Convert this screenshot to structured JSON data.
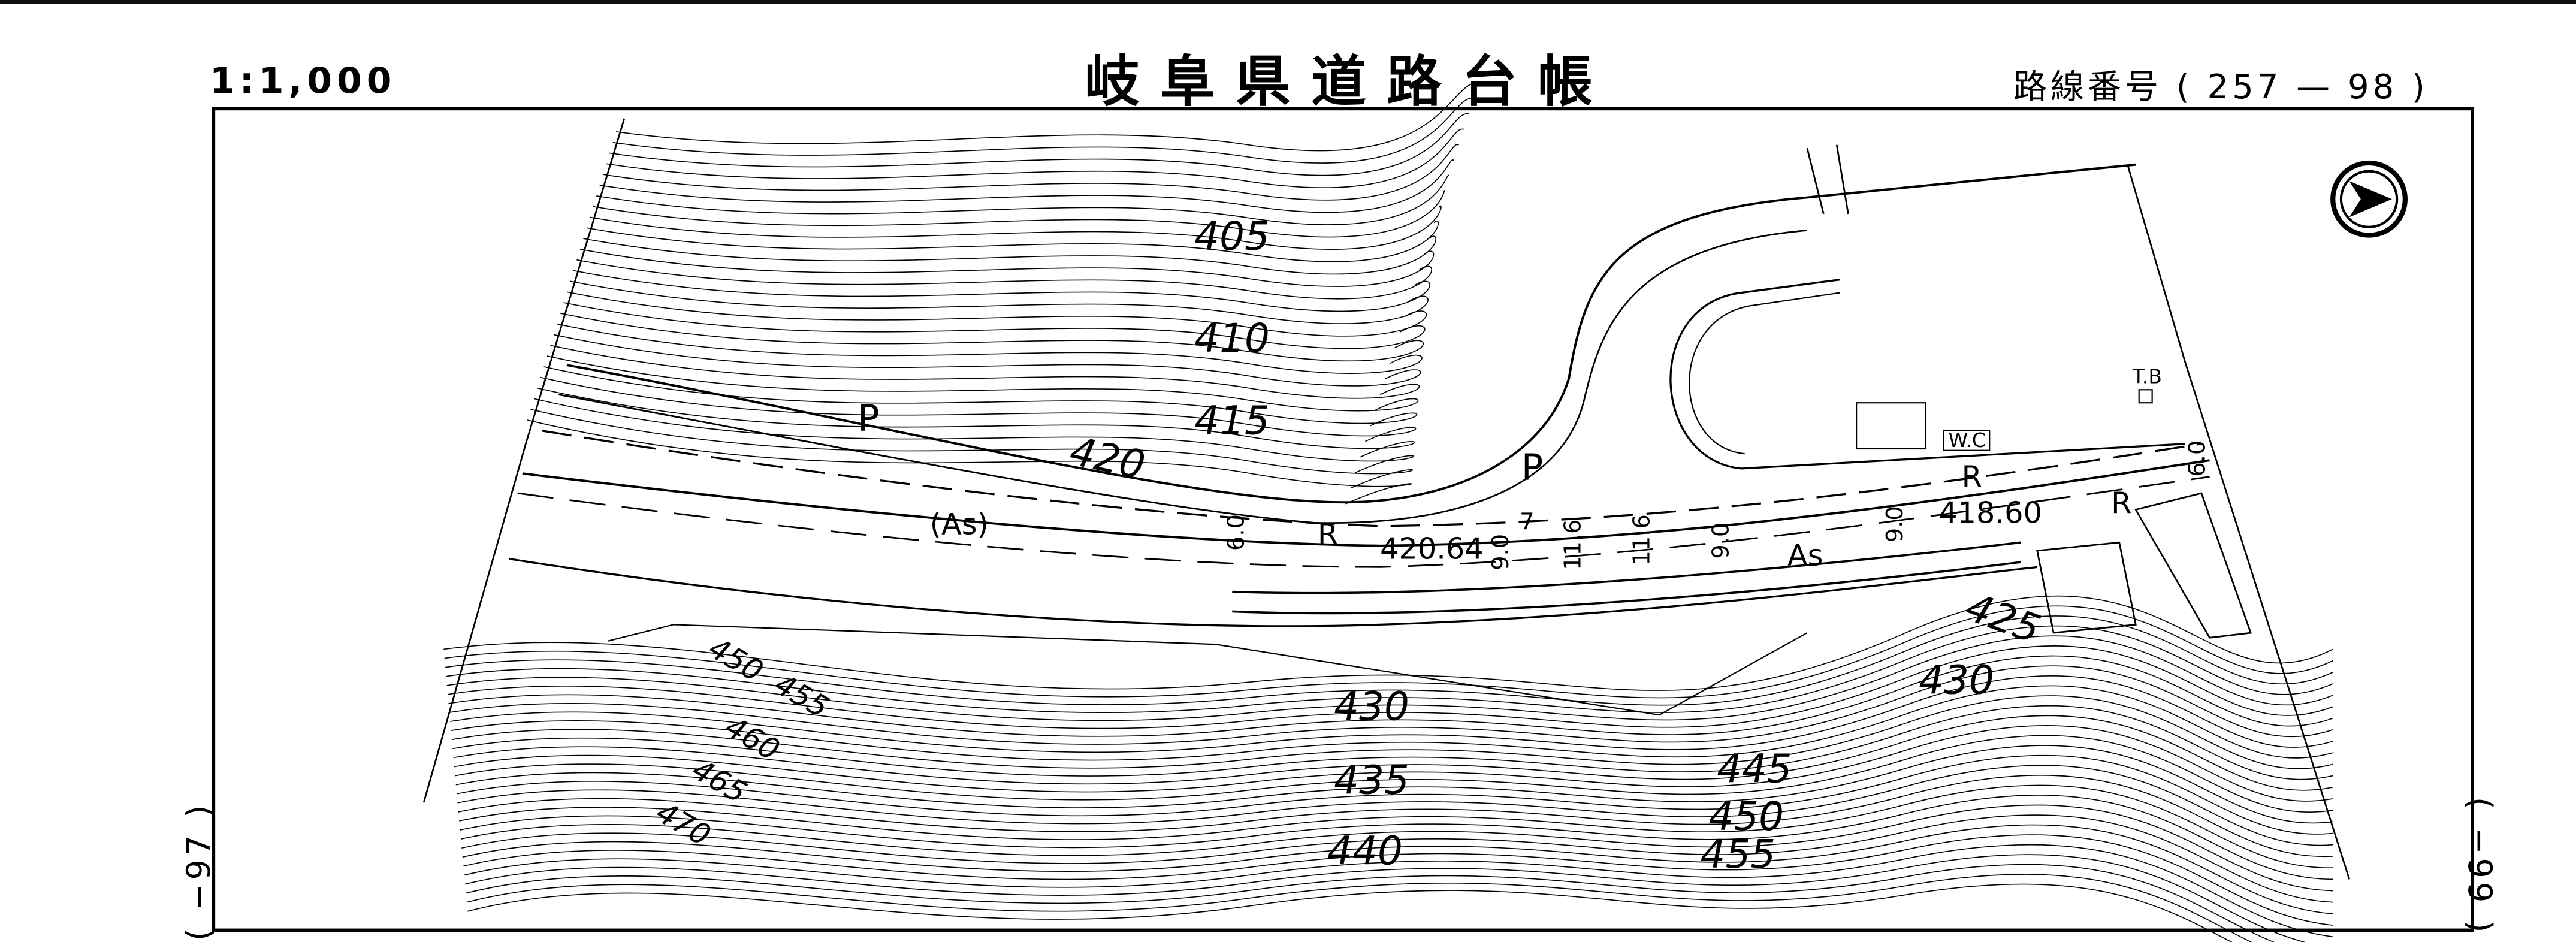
{
  "header": {
    "scale": "1:1,000",
    "title": "岐阜県道路台帳",
    "route_label": "路線番号",
    "route_number": "( 257 — 98 )"
  },
  "side_refs": {
    "left": "( −97 )",
    "right": "( −99 )"
  },
  "north_arrow": "north-arrow-icon",
  "map": {
    "contours_upper": [
      "405",
      "410",
      "415",
      "420"
    ],
    "contours_lower": [
      "425",
      "430",
      "430",
      "435",
      "440",
      "445",
      "450",
      "455"
    ],
    "contours_lower_left": [
      "450",
      "455",
      "460",
      "465",
      "470"
    ],
    "road_labels": {
      "pole_1": "P",
      "pole_2": "P",
      "surface_1": "(As)",
      "surface_2": "As",
      "retaining_1": "R",
      "retaining_2": "R",
      "retaining_3": "R",
      "elevation_1": "420.64",
      "elevation_2": "418.60",
      "toilet": "W.C",
      "tb": "T.B"
    },
    "widths": [
      "6.0",
      "7",
      "9.0",
      "11.6",
      "11.6",
      "9.0",
      "9.0",
      "6.0"
    ]
  }
}
